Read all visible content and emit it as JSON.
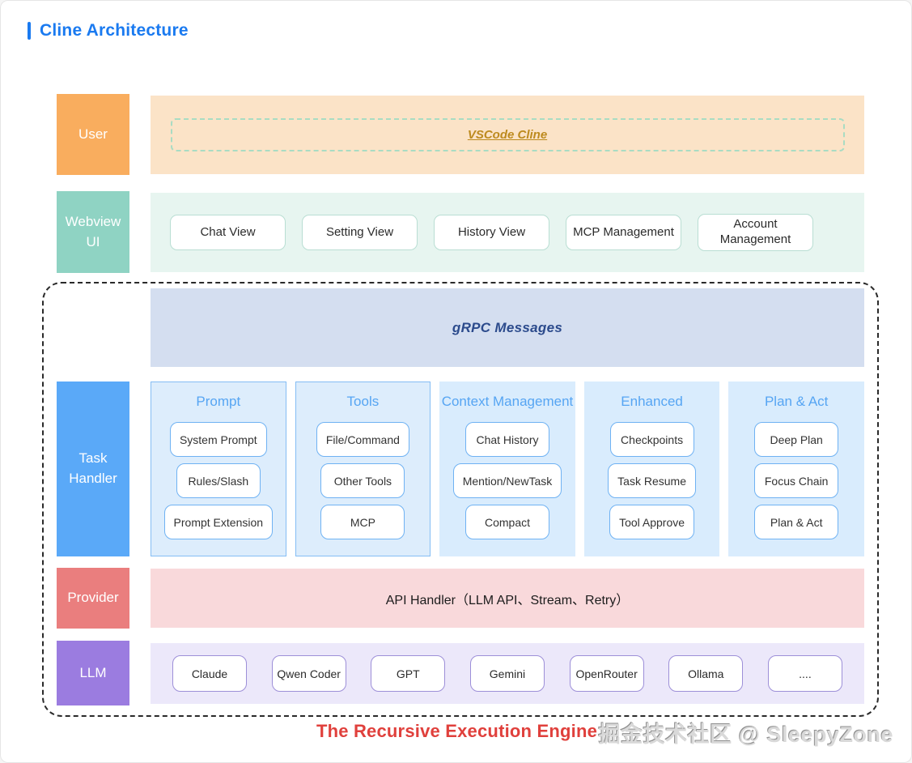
{
  "title": {
    "text": "Cline Architecture"
  },
  "user_row": {
    "label": "User",
    "vscode_link": "VSCode Cline"
  },
  "webview_row": {
    "label": "Webview UI",
    "items": [
      "Chat View",
      "Setting View",
      "History View",
      "MCP Management",
      "Account Management"
    ]
  },
  "grpc": {
    "label": "gRPC Messages"
  },
  "task_row": {
    "label": "Task Handler",
    "columns": [
      {
        "title": "Prompt",
        "items": [
          "System Prompt",
          "Rules/Slash",
          "Prompt Extension"
        ]
      },
      {
        "title": "Tools",
        "items": [
          "File/Command",
          "Other Tools",
          "MCP"
        ]
      },
      {
        "title": "Context Management",
        "items": [
          "Chat History",
          "Mention/NewTask",
          "Compact"
        ]
      },
      {
        "title": "Enhanced",
        "items": [
          "Checkpoints",
          "Task Resume",
          "Tool Approve"
        ]
      },
      {
        "title": "Plan & Act",
        "items": [
          "Deep Plan",
          "Focus Chain",
          "Plan & Act"
        ]
      }
    ]
  },
  "provider_row": {
    "label": "Provider",
    "text": "API Handler（LLM API、Stream、Retry）"
  },
  "llm_row": {
    "label": "LLM",
    "items": [
      "Claude",
      "Qwen Coder",
      "GPT",
      "Gemini",
      "OpenRouter",
      "Ollama",
      "...."
    ]
  },
  "footer": {
    "caption": "The Recursive Execution Engine",
    "watermark": "掘金技术社区 @ SleepyZone"
  },
  "colors": {
    "title_accent": "#1a7af0",
    "user_block": "#f9ad5e",
    "user_panel": "#fbe3c7",
    "vscode_link": "#bd8a1e",
    "webview_block": "#8fd3c3",
    "webview_panel": "#e7f5f0",
    "grpc_panel": "#d4def0",
    "grpc_text": "#2b4a8c",
    "task_block": "#5aa9f8",
    "task_panel": "#ddedfc",
    "task_title": "#56a5f3",
    "provider_block": "#ea7e7e",
    "provider_panel": "#f9d9db",
    "llm_block": "#9b7ce0",
    "llm_panel": "#ece8fa",
    "caption_red": "#e0403c"
  }
}
